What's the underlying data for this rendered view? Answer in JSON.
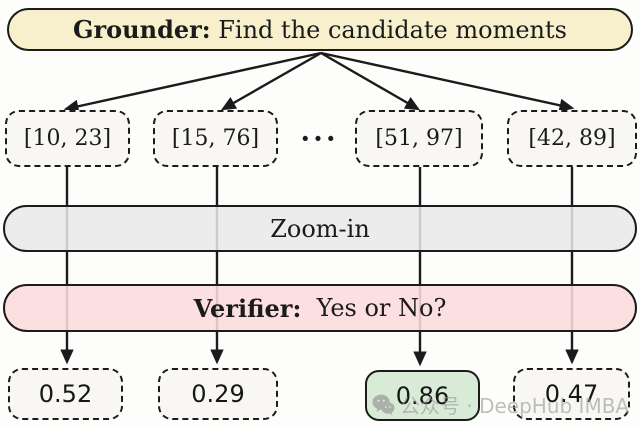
{
  "diagram": {
    "grounder": {
      "role_label": "Grounder:",
      "instruction": " Find the candidate moments"
    },
    "candidates": [
      {
        "label": "[10, 23]"
      },
      {
        "label": "[15, 76]"
      },
      {
        "label": "[51, 97]"
      },
      {
        "label": "[42, 89]"
      }
    ],
    "ellipsis": "···",
    "zoom_bar": {
      "label": "Zoom-in"
    },
    "verifier": {
      "role_label": "Verifier:",
      "question": "  Yes or No?"
    },
    "scores": [
      {
        "value": "0.52",
        "highlighted": false
      },
      {
        "value": "0.29",
        "highlighted": false
      },
      {
        "value": "0.86",
        "highlighted": true
      },
      {
        "value": "0.47",
        "highlighted": false
      }
    ],
    "colors": {
      "grounder_fill": "#f8f0cc",
      "zoom_bar_fill": "#e9e9e9",
      "verifier_fill": "#fadbdd",
      "highlight_fill": "#d8ebd7",
      "box_fill": "#f8f7f4",
      "line": "#1b1b1b"
    },
    "watermark": {
      "text": "公众号 · DeepHub IMBA"
    }
  }
}
